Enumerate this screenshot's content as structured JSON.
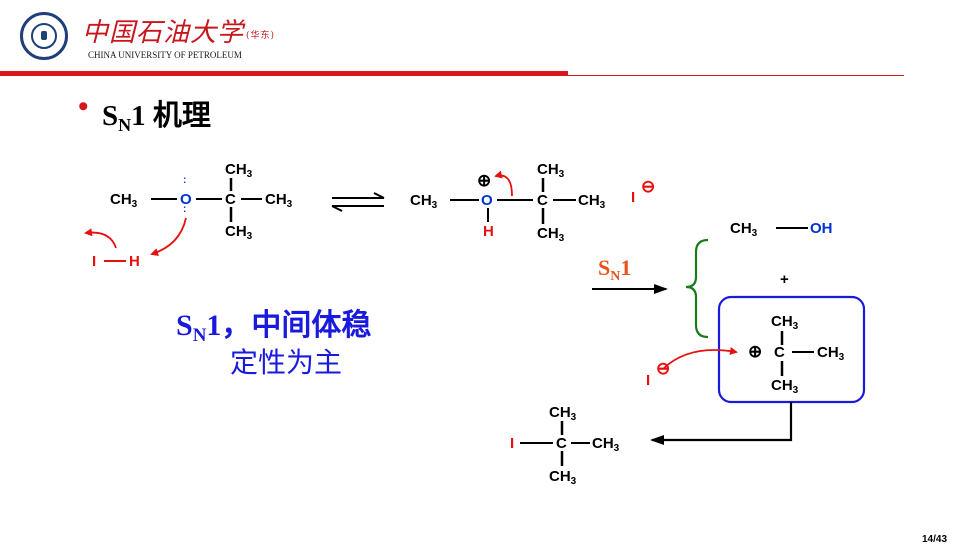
{
  "header": {
    "logo_cn": "中国石油大学",
    "logo_cn_suffix": "(华东)",
    "logo_en": "CHINA UNIVERSITY OF PETROLEUM"
  },
  "title": {
    "bullet": "•",
    "s": "S",
    "n": "N",
    "rest": "1 机理"
  },
  "reactant": {
    "ch3_left": "CH",
    "o": "O",
    "ch3_top": "CH",
    "c": "C",
    "ch3_right": "CH",
    "ch3_bottom": "CH",
    "lone_pair": ":",
    "i": "I",
    "h": "H"
  },
  "intermediate": {
    "ch3_left": "CH",
    "o": "O",
    "charge": "⊕",
    "h": "H",
    "ch3_top": "CH",
    "c": "C",
    "ch3_right": "CH",
    "ch3_bottom": "CH",
    "iodide": "I",
    "minus": "⊖"
  },
  "products": {
    "methanol_ch3": "CH",
    "methanol_oh": "OH",
    "plus": "+",
    "carbocation_top": "CH",
    "carbocation_plus": "⊕",
    "carbocation_c": "C",
    "carbocation_right": "CH",
    "carbocation_bottom": "CH",
    "iodide": "I",
    "minus": "⊖"
  },
  "final": {
    "i": "I",
    "c": "C",
    "top": "CH",
    "right": "CH",
    "bottom": "CH"
  },
  "sub3": "3",
  "arrow_label": {
    "s": "S",
    "n": "N",
    "rest": "1"
  },
  "note": {
    "s": "S",
    "n": "N",
    "line1_rest": "1，中间体稳",
    "line2": "定性为主"
  },
  "page_number": "14/43",
  "colors": {
    "red": "#d7161e",
    "blue": "#0033cc",
    "green": "#1a7a1a",
    "box": "#1a1adc"
  }
}
